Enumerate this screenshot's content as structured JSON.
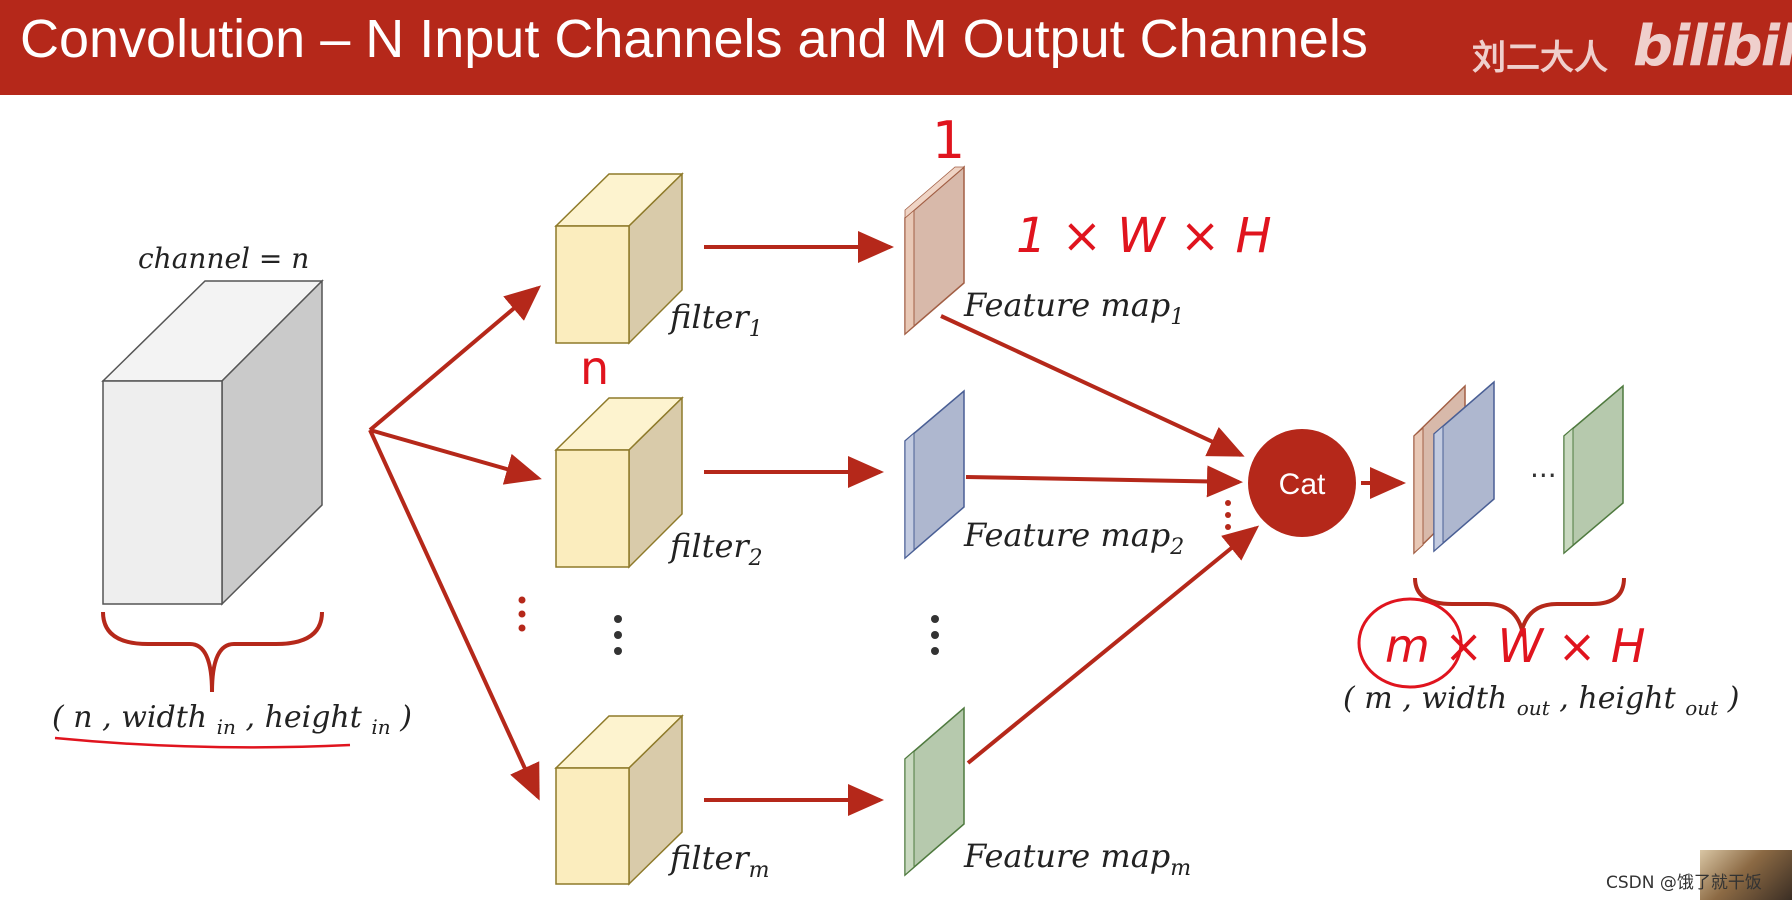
{
  "header": {
    "title": "Convolution – N Input Channels and M Output Channels",
    "watermark_author": "刘二大人",
    "watermark_site": "bilibili"
  },
  "colors": {
    "accent_red": "#b5281a",
    "cube_yellow_front": "#fbedbe",
    "map_orange": "#d8b9aa",
    "map_blue": "#aeb7cf",
    "map_green": "#b6c9ad",
    "handwriting_red": "#e0141e"
  },
  "input": {
    "channel_label": "channel = n",
    "shape_label": {
      "open": "(",
      "n": "n",
      "comma1": ",",
      "width": "width",
      "width_sub": "in",
      "comma2": ",",
      "height": "height",
      "height_sub": "in",
      "close": ")"
    }
  },
  "filters": [
    {
      "base": "filter",
      "sub": "1"
    },
    {
      "base": "filter",
      "sub": "2"
    },
    {
      "base": "filter",
      "sub": "m"
    }
  ],
  "feature_maps": [
    {
      "base": "Feature map",
      "sub": "1"
    },
    {
      "base": "Feature map",
      "sub": "2"
    },
    {
      "base": "Feature map",
      "sub": "m"
    }
  ],
  "cat_label": "Cat",
  "output": {
    "shape_label": {
      "open": "(",
      "m": "m",
      "comma1": ",",
      "width": "width",
      "width_sub": "out",
      "comma2": ",",
      "height": "height",
      "height_sub": "out",
      "close": ")"
    },
    "ellipsis": "···"
  },
  "annotations": {
    "map_depth": "1",
    "map_shape": "1 × W × H",
    "filter_depth": "n",
    "output_shape": "m × W × H"
  },
  "footer": {
    "credit": "CSDN @饿了就干饭"
  }
}
